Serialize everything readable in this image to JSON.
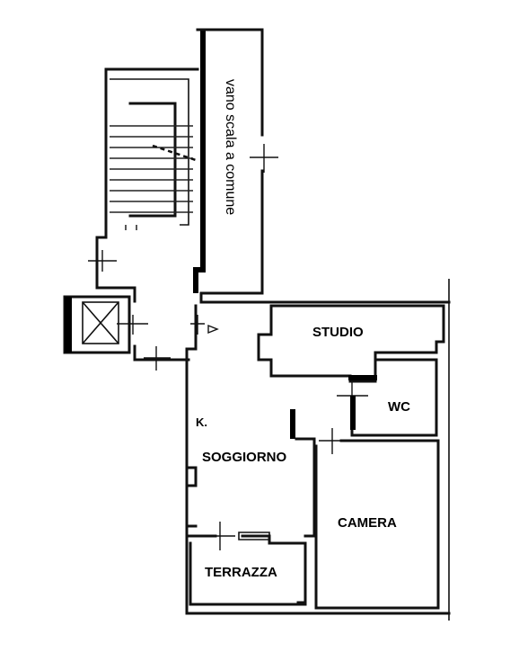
{
  "floor_plan": {
    "stairwell_label": "vano scala a comune",
    "rooms": {
      "studio": "STUDIO",
      "wc": "WC",
      "kitchen": "K.",
      "soggiorno": "SOGGIORNO",
      "camera": "CAMERA",
      "terrazza": "TERRAZZA"
    }
  }
}
